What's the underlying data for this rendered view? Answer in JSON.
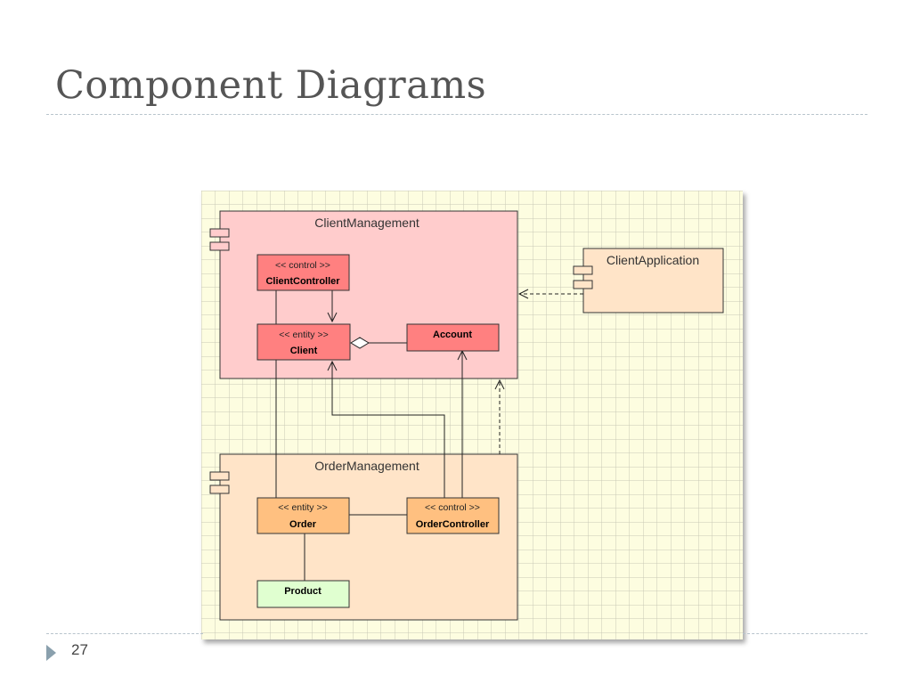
{
  "slide": {
    "title": "Component Diagrams",
    "page_number": "27"
  },
  "diagram": {
    "components": {
      "client_management": "ClientManagement",
      "client_application": "ClientApplication",
      "order_management": "OrderManagement"
    },
    "classes": {
      "client_controller": {
        "stereotype": "<< control >>",
        "name": "ClientController"
      },
      "client": {
        "stereotype": "<< entity >>",
        "name": "Client"
      },
      "account": {
        "name": "Account"
      },
      "order": {
        "stereotype": "<< entity >>",
        "name": "Order"
      },
      "order_controller": {
        "stereotype": "<< control >>",
        "name": "OrderController"
      },
      "product": {
        "name": "Product"
      }
    },
    "colors": {
      "grid_bg": "#fdfde0",
      "grid_line": "#c9c9b6",
      "client_mgmt_fill": "#ffcccc",
      "client_class_fill": "#ff8080",
      "order_mgmt_fill": "#ffe4c8",
      "order_class_fill": "#ffc080",
      "product_fill": "#e0ffd0"
    }
  }
}
